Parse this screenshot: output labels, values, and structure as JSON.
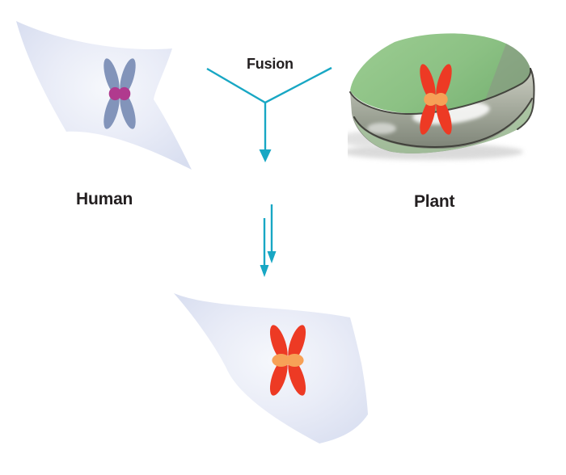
{
  "labels": {
    "fusion": "Fusion",
    "human": "Human",
    "plant": "Plant"
  },
  "colors": {
    "background": "#ffffff",
    "arrow": "#18a7c4",
    "text": "#231f20",
    "cell_fill": "#dde2f1",
    "cell_fill_center": "#f5f7fc",
    "human_chromosome": "#8294ba",
    "human_centromere": "#b03a8e",
    "hybrid_chromosome": "#ed3a24",
    "hybrid_centromere": "#f7a157",
    "plant_top": "#8cc184",
    "plant_outline": "#3a3a34"
  }
}
